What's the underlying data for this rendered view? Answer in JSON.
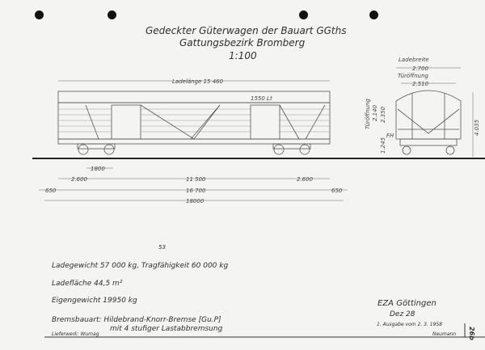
{
  "title": {
    "line1": "Gedeckter Güterwagen der Bauart GGths",
    "line2": "Gattungsbezirk Bromberg",
    "scale": "1:100"
  },
  "side_view": {
    "ladelaenge": "Ladelänge 15 460",
    "door_dim": "1550 Lt",
    "dims": {
      "bogie_wheelbase": "1800",
      "left_overhang": "2.600",
      "bogie_centres": "11 500",
      "right_overhang": "2.600",
      "buffer_left": "650",
      "body_length": "16 700",
      "buffer_right": "650",
      "length_over_buffers": "18000"
    }
  },
  "end_view": {
    "ladebreite_label": "Ladebreite",
    "ladebreite": "2.700",
    "tueroeffnung_label": "Türöffnung",
    "tueroeffnung_width": "2.510",
    "tueroeffnung_side_label": "Türöffnung",
    "tueroeffnung_height": "2.140",
    "inner_height": "2.350",
    "floor_height": "1.245",
    "fh_label": "FH",
    "total_height": "4.035"
  },
  "specs": {
    "ladegewicht": "Ladegewicht 57 000 kg, Tragfähigkeit 60 000 kg",
    "correction": "53",
    "ladeflaeche": "Ladefläche 44,5 m²",
    "eigengewicht": "Eigengewicht 19950 kg",
    "bremsbauart": "Bremsbauart: Hildebrand-Knorr-Bremse [Gu.P]",
    "bremsbauart2": "mit 4 stufiger Lastabbremsung",
    "lieferwerk": "Lieferwerk: Wumag"
  },
  "title_block": {
    "office": "EZA Göttingen",
    "dez": "Dez 28",
    "ausgabe": "1. Ausgabe vom 2. 3. 1958",
    "signature": "Neumann",
    "sheet_no": "26b"
  }
}
